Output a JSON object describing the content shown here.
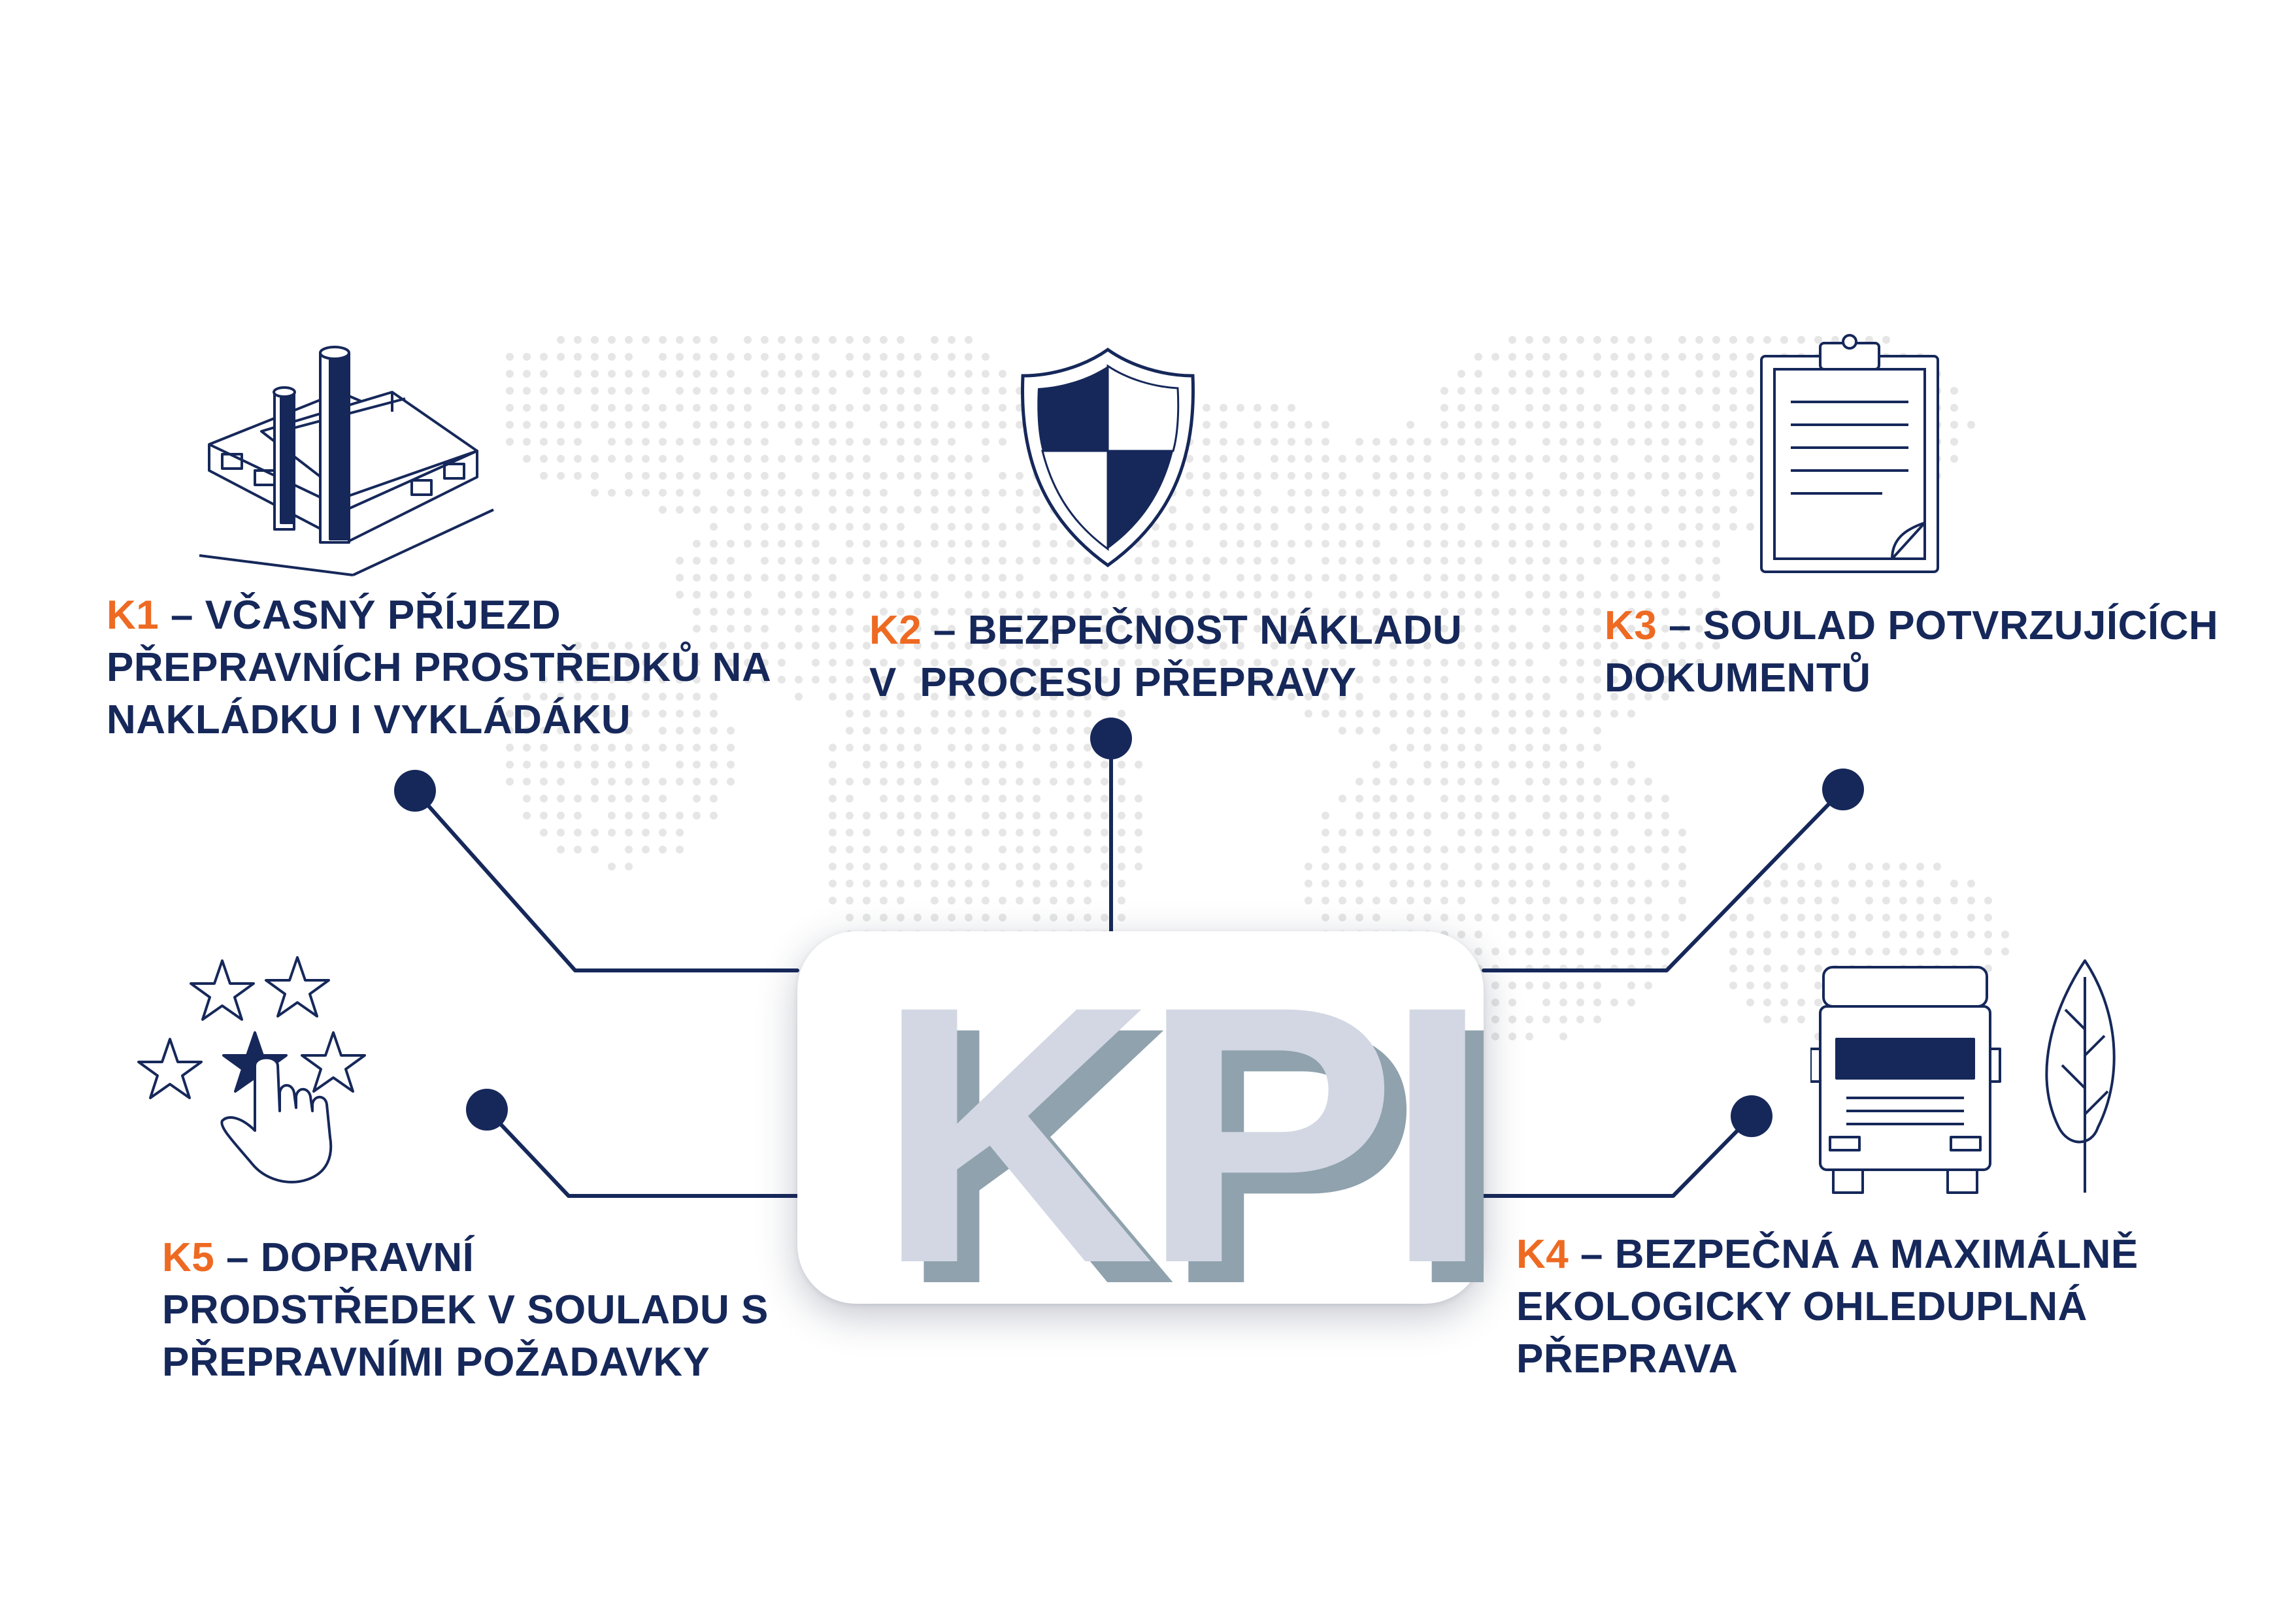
{
  "colors": {
    "navy": "#16285a",
    "accent_orange": "#ee6a22",
    "map_dot": "#e6e6e6",
    "kpi_front": "#d2d7e3",
    "kpi_side": "#8fa2ad"
  },
  "center": {
    "text": "KPI"
  },
  "items": [
    {
      "code": "K1",
      "lines": [
        "– VČASNÝ PŘÍJEZD",
        "PŘEPRAVNÍCH PROSTŘEDKŮ NA",
        "NAKLÁDKU I VYKLÁDÁKU"
      ],
      "icon": "factory-icon"
    },
    {
      "code": "K2",
      "lines": [
        "– BEZPEČNOST NÁKLADU",
        "V  PROCESU PŘEPRAVY"
      ],
      "icon": "shield-icon"
    },
    {
      "code": "K3",
      "lines": [
        "– SOULAD POTVRZUJÍCÍCH",
        "DOKUMENTŮ"
      ],
      "icon": "clipboard-icon"
    },
    {
      "code": "K4",
      "lines": [
        "– BEZPEČNÁ A MAXIMÁLNĚ",
        "EKOLOGICKY OHLEDUPLNÁ",
        "PŘEPRAVA"
      ],
      "icon": "truck-and-leaf-icon"
    },
    {
      "code": "K5",
      "lines": [
        "– DOPRAVNÍ",
        "PRODSTŘEDEK V SOULADU S",
        "PŘEPRAVNÍMI POŽADAVKY"
      ],
      "icon": "star-rating-hand-icon"
    }
  ]
}
